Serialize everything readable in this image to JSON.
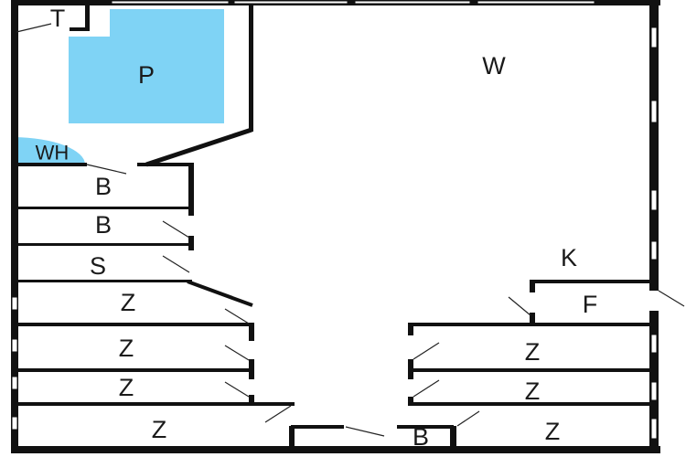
{
  "plan": {
    "colors": {
      "wall": "#111111",
      "water": "#7fd3f5",
      "background": "#ffffff"
    },
    "rooms": {
      "toilet": "T",
      "pool": "P",
      "whirlpool": "WH",
      "living": "W",
      "kitchen": "K",
      "f_room": "F",
      "bath_1": "B",
      "bath_2": "B",
      "storage": "S",
      "room_1": "Z",
      "room_2": "Z",
      "room_3": "Z",
      "room_4": "Z",
      "room_5": "Z",
      "room_6": "Z",
      "room_7": "Z",
      "bath_3": "B"
    }
  }
}
